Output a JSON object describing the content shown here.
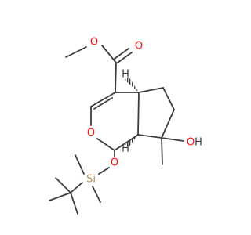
{
  "structure": {
    "atoms": {
      "ester_o_methyl": "O",
      "ester_o_carbonyl": "O",
      "ring_o": "O",
      "hydroxyl_o": "O",
      "hydroxyl_h": "H",
      "silyl_o": "O",
      "silicon": "Si",
      "h_stereo_top": "H",
      "h_stereo_bottom": "H"
    },
    "colors": {
      "oxygen": "#ff0d0d",
      "silicon": "#b88c4a",
      "bond": "#3c3c3c",
      "hydrogen": "#3c3c3c"
    }
  }
}
